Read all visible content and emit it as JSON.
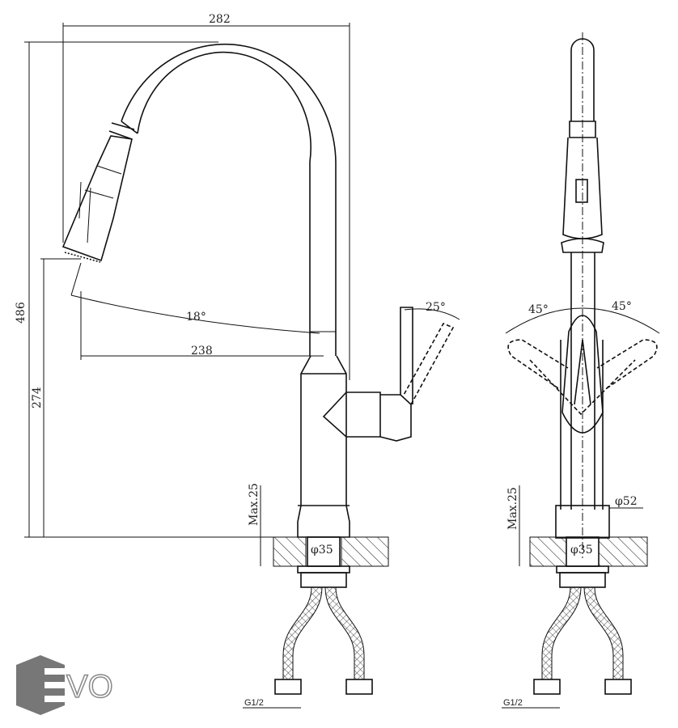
{
  "dimensions": {
    "overall_reach": "282",
    "total_height": "486",
    "spout_height": "274",
    "spout_reach": "238",
    "spray_angle": "18°",
    "handle_tilt_angle": "25°",
    "max_deck_thickness_side": "Max.25",
    "max_deck_thickness_front": "Max.25",
    "hole_diameter_side": "φ35",
    "hole_diameter_front": "φ35",
    "base_diameter": "φ52",
    "handle_rotation_left": "45°",
    "handle_rotation_right": "45°",
    "connection_side": "G1/2",
    "connection_front": "G1/2"
  },
  "logo": {
    "text": "EVO",
    "color": "#777777"
  }
}
